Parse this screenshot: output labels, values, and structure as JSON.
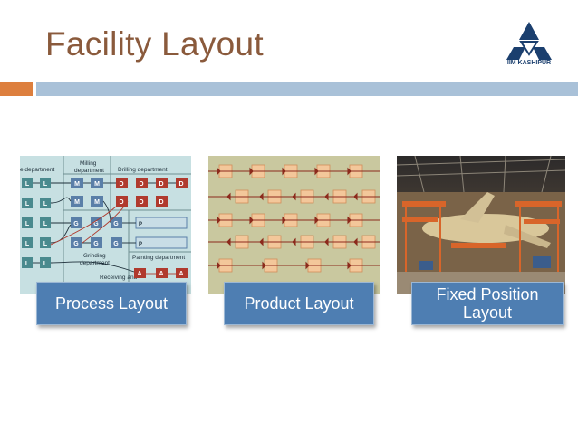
{
  "slide": {
    "title": "Facility Layout",
    "logo_text": "IIM KASHIPUR"
  },
  "process_figure": {
    "labels": {
      "dept_left": "e department",
      "milling": "Milling",
      "milling2": "department",
      "drilling": "Drilling department",
      "grinding": "Grinding",
      "grinding2": "department",
      "painting": "Painting department",
      "receiving": "Receiving and"
    }
  },
  "captions": {
    "process": "Process Layout",
    "product": "Product Layout",
    "fixed": "Fixed Position Layout"
  },
  "colors": {
    "title": "#8a5a3c",
    "accent_orange": "#dd7f3e",
    "accent_blue": "#a9c1d8",
    "caption_bg": "#4e7eb2"
  }
}
